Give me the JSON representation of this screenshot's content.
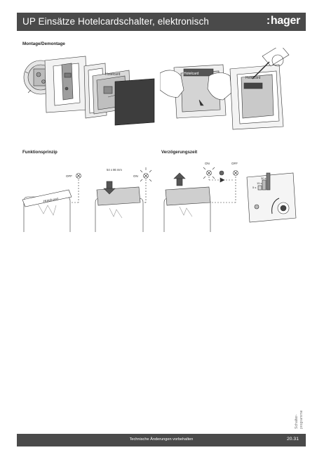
{
  "header": {
    "title": "UP Einsätze Hotelcardschalter, elektronisch",
    "logo_mark": ":",
    "logo_text": "hager"
  },
  "sections": {
    "mounting": "Montage/Demontage",
    "function": "Funktionsprinzip",
    "delay": "Verzögerungszeit"
  },
  "figures": {
    "card_label": "Hotelcard",
    "card_size": "54 x 86 mm",
    "off": "OFF",
    "on": "ON",
    "delay_times": [
      "5 s",
      "15 s",
      "30 s"
    ]
  },
  "side_tab": {
    "line1": "Schalter-",
    "line2": "programme"
  },
  "footer": {
    "note": "Technische Änderungen vorbehalten",
    "page": "20.31"
  }
}
